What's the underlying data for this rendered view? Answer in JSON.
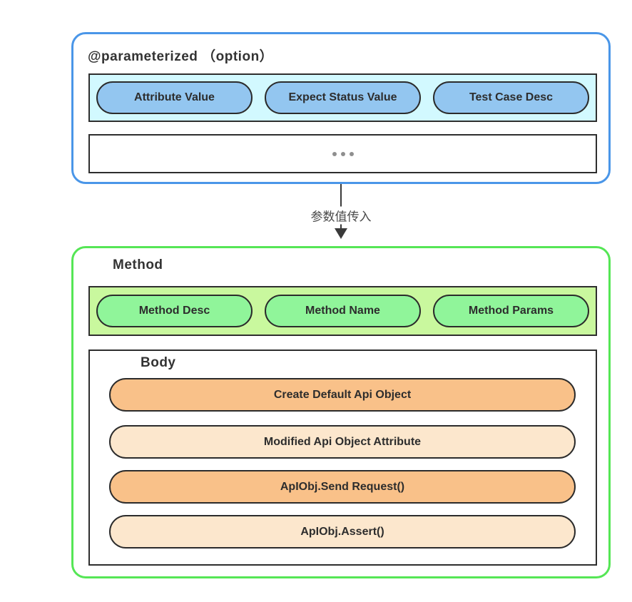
{
  "top_box": {
    "title": "@parameterized （option）",
    "border_color": "#4A96E8",
    "param_strip": {
      "bg": "#D2F9FF",
      "pill_bg": "#93C6F0",
      "pills": [
        {
          "label": "Attribute Value"
        },
        {
          "label": "Expect Status Value"
        },
        {
          "label": "Test Case Desc"
        }
      ]
    },
    "ellipsis_box": {
      "icon": "ellipsis-icon",
      "dot_color": "#8f8f8f"
    }
  },
  "arrow": {
    "label": "参数值传入",
    "color": "#3a3a3a"
  },
  "method_box": {
    "title": "Method",
    "border_color": "#55E655",
    "signature_strip": {
      "bg": "#C9F89E",
      "pill_bg": "#90F59A",
      "pills": [
        {
          "label": "Method Desc"
        },
        {
          "label": "Method Name"
        },
        {
          "label": "Method Params"
        }
      ]
    },
    "body": {
      "title": "Body",
      "step_dark_bg": "#F9C189",
      "step_light_bg": "#FCE7CD",
      "steps": [
        {
          "label": "Create Default Api Object",
          "tone": "dark"
        },
        {
          "label": "Modified Api Object Attribute",
          "tone": "light"
        },
        {
          "label": "ApIObj.Send Request()",
          "tone": "dark"
        },
        {
          "label": "ApIObj.Assert()",
          "tone": "light"
        }
      ]
    }
  }
}
